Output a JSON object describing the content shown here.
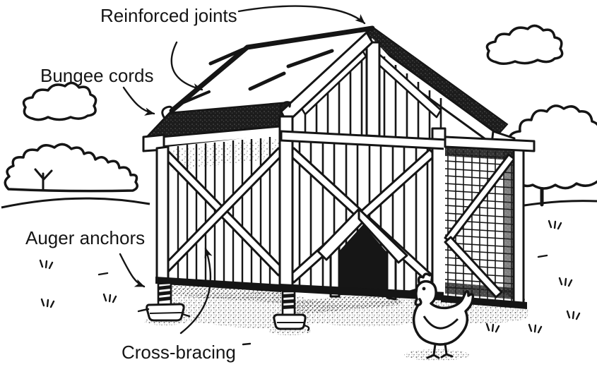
{
  "diagram": {
    "labels": {
      "reinforced_joints": "Reinforced joints",
      "bungee_cords": "Bungee cords",
      "auger_anchors": "Auger anchors",
      "cross_bracing": "Cross-bracing"
    },
    "colors": {
      "ink": "#151515",
      "paper": "#ffffff",
      "roof_dark": "#1c1c1c",
      "shade_light": "#a8a8a8",
      "ground_stipple": "#6f6f6f"
    }
  }
}
